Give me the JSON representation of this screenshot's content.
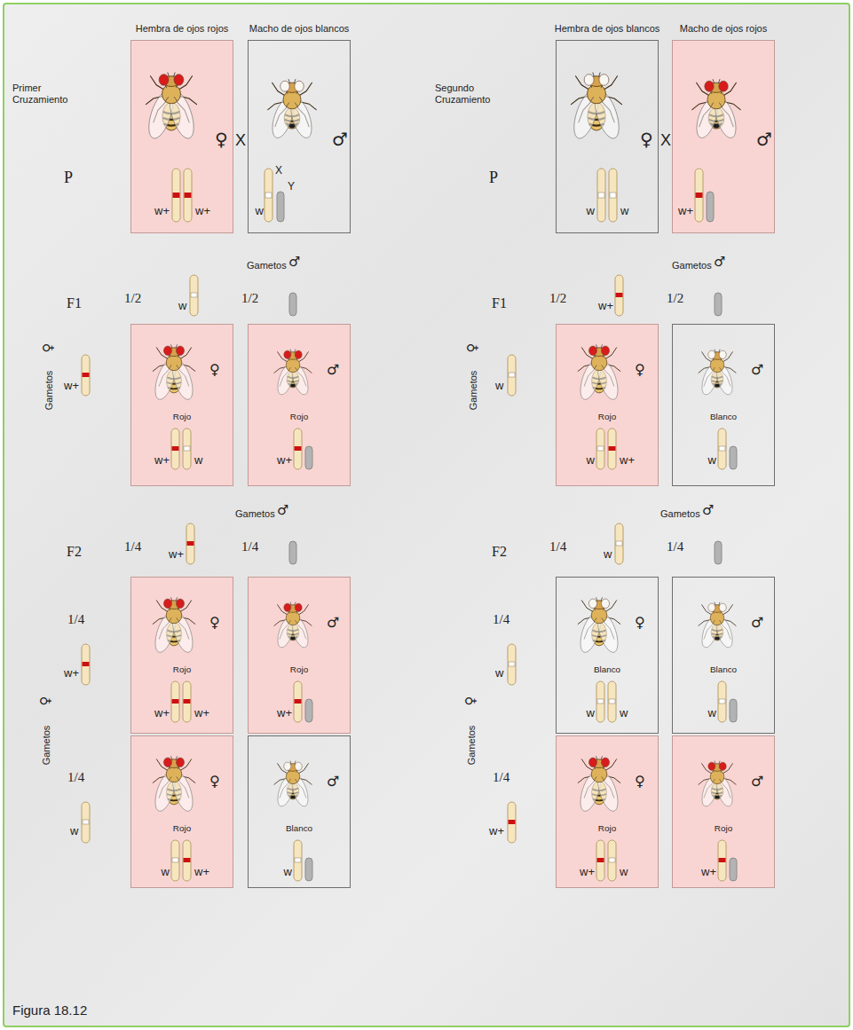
{
  "diagram": {
    "caption": "Figura 18.12",
    "nodes": [
      {
        "text": [
          "Hembra de ojos rojos",
          "♀",
          "w+",
          "w+"
        ]
      },
      {
        "text": [
          "Macho de ojos blancos",
          "♂",
          "w",
          "X",
          "Y"
        ]
      },
      {
        "text": [
          "Hembra de ojos blancos",
          "♀",
          "w",
          "w"
        ]
      },
      {
        "text": [
          "Macho de ojos rojos",
          "♂",
          "w+"
        ]
      },
      {
        "text": [
          "♀",
          "Rojo",
          "w+",
          "w"
        ]
      },
      {
        "text": [
          "♂",
          "Rojo",
          "w+"
        ]
      },
      {
        "text": [
          "♀",
          "Rojo",
          "w",
          "w+"
        ]
      },
      {
        "text": [
          "♂",
          "Blanco",
          "w"
        ]
      },
      {
        "text": [
          "♀",
          "Rojo",
          "w+",
          "w+"
        ]
      },
      {
        "text": [
          "♂",
          "Rojo",
          "w+"
        ]
      },
      {
        "text": [
          "♀",
          "Blanco",
          "w",
          "w"
        ]
      },
      {
        "text": [
          "♂",
          "Blanco",
          "w"
        ]
      },
      {
        "text": [
          "♀",
          "Rojo",
          "w",
          "w+"
        ]
      },
      {
        "text": [
          "♂",
          "Blanco",
          "w"
        ]
      },
      {
        "text": [
          "♀",
          "Rojo",
          "w+",
          "w"
        ]
      },
      {
        "text": [
          "♂",
          "Rojo",
          "w+"
        ]
      }
    ],
    "labels": [
      "Primer Cruzamiento",
      "P",
      "X",
      "Segundo Cruzamiento",
      "P",
      "X",
      "Gametos",
      "♂",
      "F1",
      "1/2",
      "w",
      "1/2",
      "Gametos",
      "♂",
      "F1",
      "1/2",
      "w+",
      "1/2",
      "♀",
      "Gametos",
      "w+",
      "♀",
      "Gametos",
      "w",
      "Gametos",
      "♂",
      "F2",
      "1/4",
      "w+",
      "1/4",
      "Gametos",
      "♂",
      "F2",
      "1/4",
      "w",
      "1/4",
      "1/4",
      "w+",
      "1/4",
      "w",
      "♀",
      "Gametos",
      "1/4",
      "w",
      "1/4",
      "w+",
      "♀",
      "Gametos"
    ]
  }
}
